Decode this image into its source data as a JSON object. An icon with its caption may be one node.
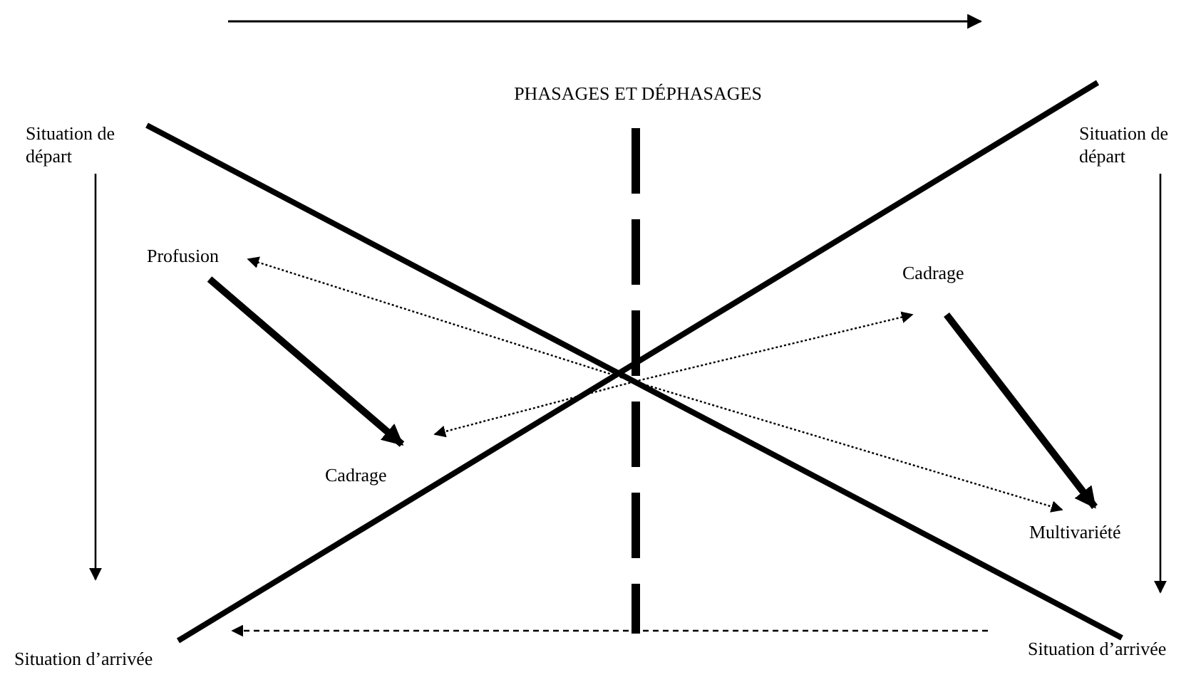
{
  "diagram": {
    "title": "PHASAGES ET DÉPHASAGES",
    "nodes": [
      {
        "text": [
          "Situation de départ"
        ]
      },
      {
        "text": [
          "Situation de départ"
        ]
      },
      {
        "text": [
          "Profusion"
        ]
      },
      {
        "text": [
          "Cadrage"
        ]
      },
      {
        "text": [
          "Cadrage"
        ]
      },
      {
        "text": [
          "Multivariété"
        ]
      },
      {
        "text": [
          "Situation d’arrivée"
        ]
      },
      {
        "text": [
          "Situation d’arrivée"
        ]
      }
    ],
    "edges": [
      {
        "from": 0,
        "to": 6,
        "arrow": "to"
      },
      {
        "from": 1,
        "to": 7,
        "arrow": "to"
      },
      {
        "from": 7,
        "to": 6,
        "arrow": "to",
        "style": "dashed"
      },
      {
        "from": 2,
        "to": 3,
        "arrow": "to",
        "style": "thick"
      },
      {
        "from": 4,
        "to": 5,
        "arrow": "to",
        "style": "thick"
      },
      {
        "from": null,
        "to": 2,
        "arrow": "to",
        "style": "dashed"
      },
      {
        "from": null,
        "to": 3,
        "arrow": "to",
        "style": "dashed"
      },
      {
        "from": null,
        "to": 4,
        "arrow": "to",
        "style": "dashed"
      },
      {
        "from": null,
        "to": 5,
        "arrow": "to",
        "style": "dashed"
      }
    ]
  }
}
